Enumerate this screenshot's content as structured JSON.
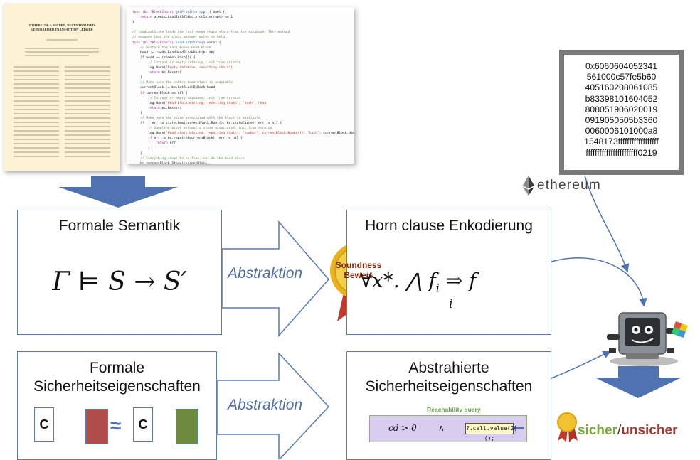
{
  "paper": {
    "title": "ETHEREUM: A SECURE, DECENTRALISED GENERALISED TRANSACTION LEDGER"
  },
  "code": {
    "lines": [
      [
        [
          "k",
          "func (bc *BlockChain) "
        ],
        [
          "f",
          "getProcInterrupt"
        ],
        [
          "t",
          "() bool {"
        ]
      ],
      [
        [
          "t",
          "    "
        ],
        [
          "k",
          "return "
        ],
        [
          "t",
          "atomic.LoadInt32(&bc.procInterrupt) == 1"
        ]
      ],
      [
        [
          "t",
          "}"
        ]
      ],
      [
        [
          "t",
          ""
        ]
      ],
      [
        [
          "c",
          "// loadLastState loads the last known chain state from the database. This method"
        ]
      ],
      [
        [
          "c",
          "// assumes that the chain manager mutex is held."
        ]
      ],
      [
        [
          "k",
          "func (bc *BlockChain) "
        ],
        [
          "f",
          "loadLastState"
        ],
        [
          "t",
          "() error {"
        ]
      ],
      [
        [
          "c",
          "    // Restore the last known head block"
        ]
      ],
      [
        [
          "t",
          "    head := rawdb.ReadHeadBlockHash(bc.db)"
        ]
      ],
      [
        [
          "t",
          "    "
        ],
        [
          "k",
          "if "
        ],
        [
          "t",
          "head == (common.Hash{}) {"
        ]
      ],
      [
        [
          "c",
          "        // Corrupt or empty database, init from scratch"
        ]
      ],
      [
        [
          "t",
          "        log.Warn("
        ],
        [
          "s",
          "\"Empty database, resetting chain\""
        ],
        [
          "t",
          ")"
        ]
      ],
      [
        [
          "t",
          "        "
        ],
        [
          "k",
          "return "
        ],
        [
          "t",
          "bc.Reset()"
        ]
      ],
      [
        [
          "t",
          "    }"
        ]
      ],
      [
        [
          "c",
          "    // Make sure the entire head block is available"
        ]
      ],
      [
        [
          "t",
          "    currentBlock := bc.GetBlockByHash(head)"
        ]
      ],
      [
        [
          "t",
          "    "
        ],
        [
          "k",
          "if "
        ],
        [
          "t",
          "currentBlock == nil {"
        ]
      ],
      [
        [
          "c",
          "        // Corrupt or empty database, init from scratch"
        ]
      ],
      [
        [
          "t",
          "        log.Warn("
        ],
        [
          "s",
          "\"Head block missing, resetting chain\", \"hash\", head"
        ],
        [
          "t",
          ")"
        ]
      ],
      [
        [
          "t",
          "        "
        ],
        [
          "k",
          "return "
        ],
        [
          "t",
          "bc.Reset()"
        ]
      ],
      [
        [
          "t",
          "    }"
        ]
      ],
      [
        [
          "c",
          "    // Make sure the state associated with the block is available"
        ]
      ],
      [
        [
          "t",
          "    "
        ],
        [
          "k",
          "if "
        ],
        [
          "t",
          "_, err := state.New(currentBlock.Root(), bc.stateCache); err != nil {"
        ]
      ],
      [
        [
          "c",
          "        // Dangling block without a state associated, init from scratch"
        ]
      ],
      [
        [
          "t",
          "        log.Warn("
        ],
        [
          "s",
          "\"Head state missing, repairing chain\", \"number\", currentBlock.Number(), \"hash\""
        ],
        [
          "t",
          ", currentBlock.Hash())"
        ]
      ],
      [
        [
          "t",
          "        "
        ],
        [
          "k",
          "if "
        ],
        [
          "t",
          "err := bc.repair(&currentBlock); err != nil {"
        ]
      ],
      [
        [
          "t",
          "            "
        ],
        [
          "k",
          "return "
        ],
        [
          "t",
          "err"
        ]
      ],
      [
        [
          "t",
          "        }"
        ]
      ],
      [
        [
          "t",
          "    }"
        ]
      ],
      [
        [
          "c",
          "    // Everything seems to be fine, set as the head block"
        ]
      ],
      [
        [
          "t",
          "    bc.currentBlock.Store(currentBlock)"
        ]
      ]
    ]
  },
  "hex": {
    "lines": [
      "0x6060604052341",
      "561000c57fe5b60",
      "405160208061085",
      "b83398101604052",
      "808051906020019",
      "0919050505b3360",
      "0060006101000a8",
      "1548173ffffffffffffffffff",
      "fffffffffffffffffffffff0219"
    ]
  },
  "ethereum": {
    "word": "ethereum"
  },
  "boxes": {
    "semantics": {
      "title": "Formale Semantik",
      "formula": "Γ ⊨ S → S′"
    },
    "horn": {
      "title": "Horn clause Enkodierung",
      "formula_main": "∀x*. ⋀",
      "formula_tail": "f",
      "formula_sub": "i",
      "formula_arrow": "⇒ f",
      "sub_under": "i"
    },
    "security": {
      "title_line1": "Formale",
      "title_line2": "Sicherheitseigenschaften"
    },
    "abstract_security": {
      "title_line1": "Abstrahierte",
      "title_line2": "Sicherheitseigenschaften"
    }
  },
  "arrows": {
    "top_label": "Abstraktion",
    "bottom_label": "Abstraktion"
  },
  "seal": {
    "line1": "Soundness",
    "line2": "Beweis"
  },
  "equivalence": {
    "c_left": "C",
    "c_right": "C",
    "symbol": "≈"
  },
  "reachability": {
    "label": "Reachability query",
    "condition": "cd > 0",
    "and": "∧",
    "call": "?.call.value(2)();"
  },
  "result": {
    "safe": "sicher",
    "separator": "/",
    "unsafe": "unsicher"
  },
  "colors": {
    "accent_blue": "#4f72b0",
    "box_border": "#5b7ab8",
    "red_block": "#b04d4b",
    "green_block": "#6e8a3f",
    "safe_green": "#7aa83b",
    "unsafe_red": "#a4372f"
  }
}
